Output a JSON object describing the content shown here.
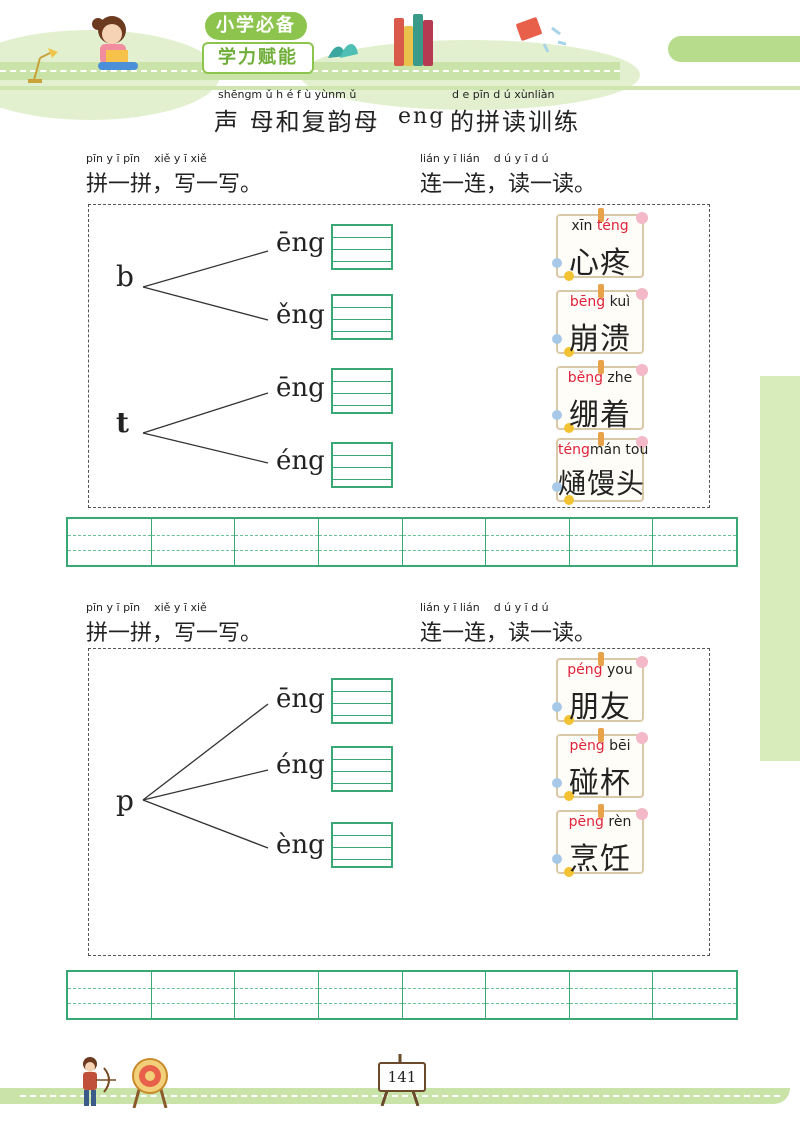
{
  "header": {
    "badge_top": "小学必备",
    "badge_bottom": "学力赋能"
  },
  "title": {
    "pinyin_left": "shēngm ǔ h é f ù yùnm ǔ",
    "pinyin_right": "d e pīn d ú xùnliàn",
    "text_left": "声 母和复韵母",
    "text_mid": "eng",
    "text_right": "的拼读训练"
  },
  "section1": {
    "left_pinyin": "pīn y ī pīn    xiě y ī xiě",
    "left_text": "拼一拼，写一写。",
    "right_pinyin": "lián y ī lián    d ú y ī d ú",
    "right_text": "连一连，读一读。",
    "initials": [
      "b",
      "t"
    ],
    "rimes": [
      "ēng",
      "ěng",
      "ēng",
      "éng"
    ],
    "cards": [
      {
        "py_red": "",
        "py_black_pre": "xīn ",
        "py_red2": "téng",
        "word": "心疼"
      },
      {
        "py_red": "bēng",
        "py_black_pre": " kuì",
        "py_red2": "",
        "word": "崩溃"
      },
      {
        "py_red": "běng",
        "py_black_pre": " zhe",
        "py_red2": "",
        "word": "绷着"
      },
      {
        "py_red": "téng",
        "py_black_pre": "mán tou",
        "py_red2": "",
        "word": "熥馒头"
      }
    ]
  },
  "section2": {
    "left_pinyin": "pīn y ī pīn    xiě y ī xiě",
    "left_text": "拼一拼，写一写。",
    "right_pinyin": "lián y ī lián    d ú y ī d ú",
    "right_text": "连一连，读一读。",
    "initials": [
      "p"
    ],
    "rimes": [
      "ēng",
      "éng",
      "èng"
    ],
    "cards": [
      {
        "py_red": "péng",
        "py_black_pre": " you",
        "py_red2": "",
        "word": "朋友"
      },
      {
        "py_red": "pèng",
        "py_black_pre": " bēi",
        "py_red2": "",
        "word": "碰杯"
      },
      {
        "py_red": "pēng",
        "py_black_pre": " rèn",
        "py_red2": "",
        "word": "烹饪"
      }
    ]
  },
  "footer": {
    "page_number": "141"
  },
  "colors": {
    "accent_green": "#3aa874",
    "pinyin_red": "#e0223a",
    "frame_green": "#b6dc8c"
  }
}
